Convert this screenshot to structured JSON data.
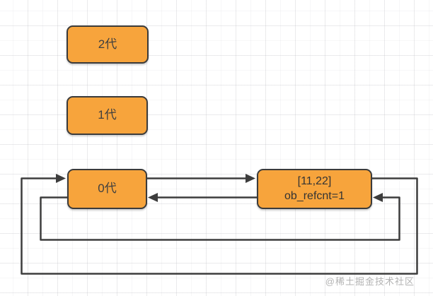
{
  "diagram": {
    "title_context": "generational-gc-diagram",
    "generation_boxes": [
      {
        "label": "2代"
      },
      {
        "label": "1代"
      },
      {
        "label": "0代"
      }
    ],
    "object_node": {
      "value": "[11,22]",
      "refcount": "ob_refcnt=1"
    },
    "colors": {
      "box_fill": "#F7A43C",
      "box_border": "#3B3B3B",
      "arrow": "#3D3D3D",
      "grid_line": "#ECECEC",
      "watermark_text": "#ABABAB"
    }
  },
  "watermark": {
    "text": "@稀土掘金技术社区"
  }
}
